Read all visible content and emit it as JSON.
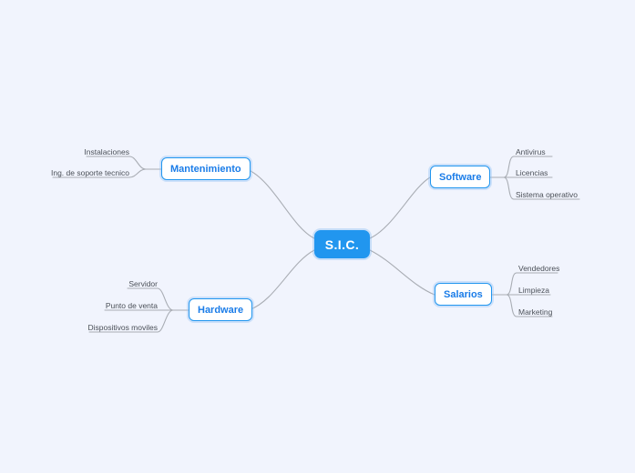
{
  "diagram": {
    "type": "mind-map",
    "background_color": "#f1f4fd",
    "accent_color": "#2196ef",
    "branch_text_color": "#1a7ce8",
    "leaf_text_color": "#4a4f57",
    "edge_color": "#a9adb4",
    "root": {
      "label": "S.I.C."
    },
    "branches": [
      {
        "id": "mantenimiento",
        "label": "Mantenimiento",
        "side": "left",
        "children": [
          {
            "label": "Instalaciones"
          },
          {
            "label": "Ing. de soporte tecnico"
          }
        ]
      },
      {
        "id": "software",
        "label": "Software",
        "side": "right",
        "children": [
          {
            "label": "Antivirus"
          },
          {
            "label": "Licencias"
          },
          {
            "label": "Sistema operativo"
          }
        ]
      },
      {
        "id": "hardware",
        "label": "Hardware",
        "side": "left",
        "children": [
          {
            "label": "Servidor"
          },
          {
            "label": "Punto de venta"
          },
          {
            "label": "Dispositivos moviles"
          }
        ]
      },
      {
        "id": "salarios",
        "label": "Salarios",
        "side": "right",
        "children": [
          {
            "label": "Vendedores"
          },
          {
            "label": "Limpieza"
          },
          {
            "label": "Marketing"
          }
        ]
      }
    ]
  }
}
